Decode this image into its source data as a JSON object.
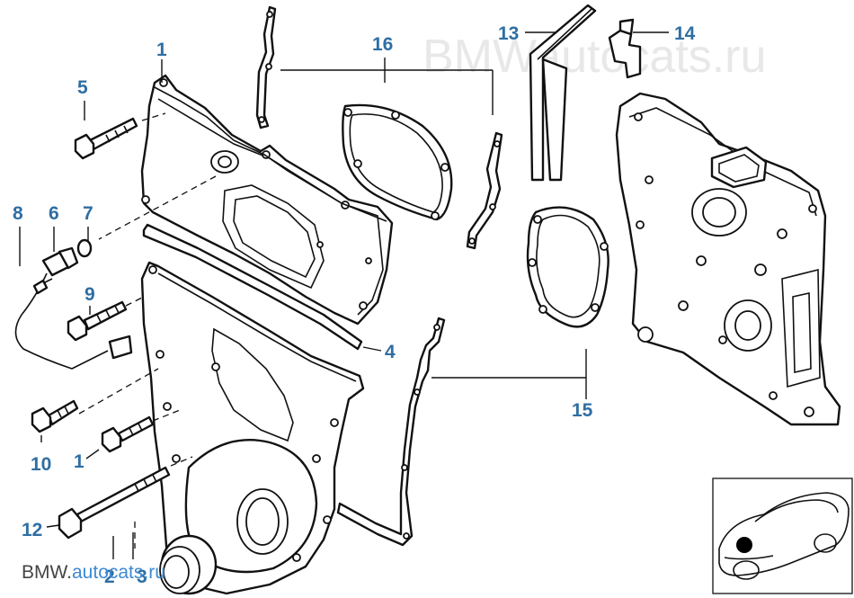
{
  "watermark": {
    "large": "BMWautocats.ru",
    "small_prefix": "BMW.",
    "small_suffix": "autocats.ru"
  },
  "callouts": [
    {
      "id": "c1",
      "text": "1"
    },
    {
      "id": "c2",
      "text": "2"
    },
    {
      "id": "c3",
      "text": "3"
    },
    {
      "id": "c4",
      "text": "4"
    },
    {
      "id": "c5",
      "text": "5"
    },
    {
      "id": "c6",
      "text": "6"
    },
    {
      "id": "c7",
      "text": "7"
    },
    {
      "id": "c8",
      "text": "8"
    },
    {
      "id": "c9",
      "text": "9"
    },
    {
      "id": "c10",
      "text": "10"
    },
    {
      "id": "c11",
      "text": "1"
    },
    {
      "id": "c12",
      "text": "12"
    },
    {
      "id": "c13",
      "text": "13"
    },
    {
      "id": "c14",
      "text": "14"
    },
    {
      "id": "c15",
      "text": "15"
    },
    {
      "id": "c16",
      "text": "16"
    }
  ],
  "colors": {
    "callout": "#2f6ea3",
    "line": "#111111",
    "watermark": "#e8e8e8",
    "watermark_accent": "#3d8ad3"
  }
}
